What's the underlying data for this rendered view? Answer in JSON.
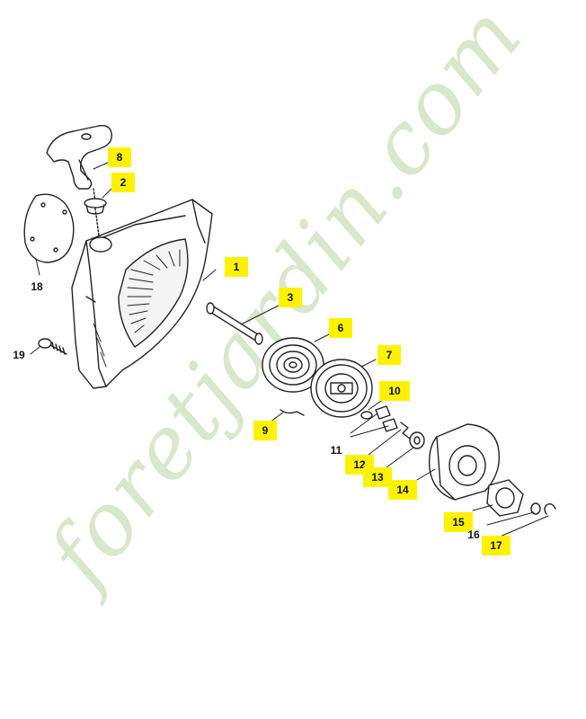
{
  "watermark": "foretjardin.com",
  "watermark_colors": [
    "#b9d6a0",
    "#f2c8a1",
    "#c9c3b6"
  ],
  "callouts": [
    {
      "id": "c1",
      "text": "1",
      "highlighted": true
    },
    {
      "id": "c2",
      "text": "2",
      "highlighted": true
    },
    {
      "id": "c3",
      "text": "3",
      "highlighted": true
    },
    {
      "id": "c6",
      "text": "6",
      "highlighted": true
    },
    {
      "id": "c7",
      "text": "7",
      "highlighted": true
    },
    {
      "id": "c8",
      "text": "8",
      "highlighted": true
    },
    {
      "id": "c9",
      "text": "9",
      "highlighted": true
    },
    {
      "id": "c10",
      "text": "10",
      "highlighted": true
    },
    {
      "id": "c11",
      "text": "11",
      "highlighted": false
    },
    {
      "id": "c12",
      "text": "12",
      "highlighted": true
    },
    {
      "id": "c13",
      "text": "13",
      "highlighted": true
    },
    {
      "id": "c14",
      "text": "14",
      "highlighted": true
    },
    {
      "id": "c15",
      "text": "15",
      "highlighted": true
    },
    {
      "id": "c16",
      "text": "16",
      "highlighted": false
    },
    {
      "id": "c17",
      "text": "17",
      "highlighted": true
    },
    {
      "id": "c18",
      "text": "18",
      "highlighted": false
    },
    {
      "id": "c19",
      "text": "19",
      "highlighted": false
    }
  ]
}
